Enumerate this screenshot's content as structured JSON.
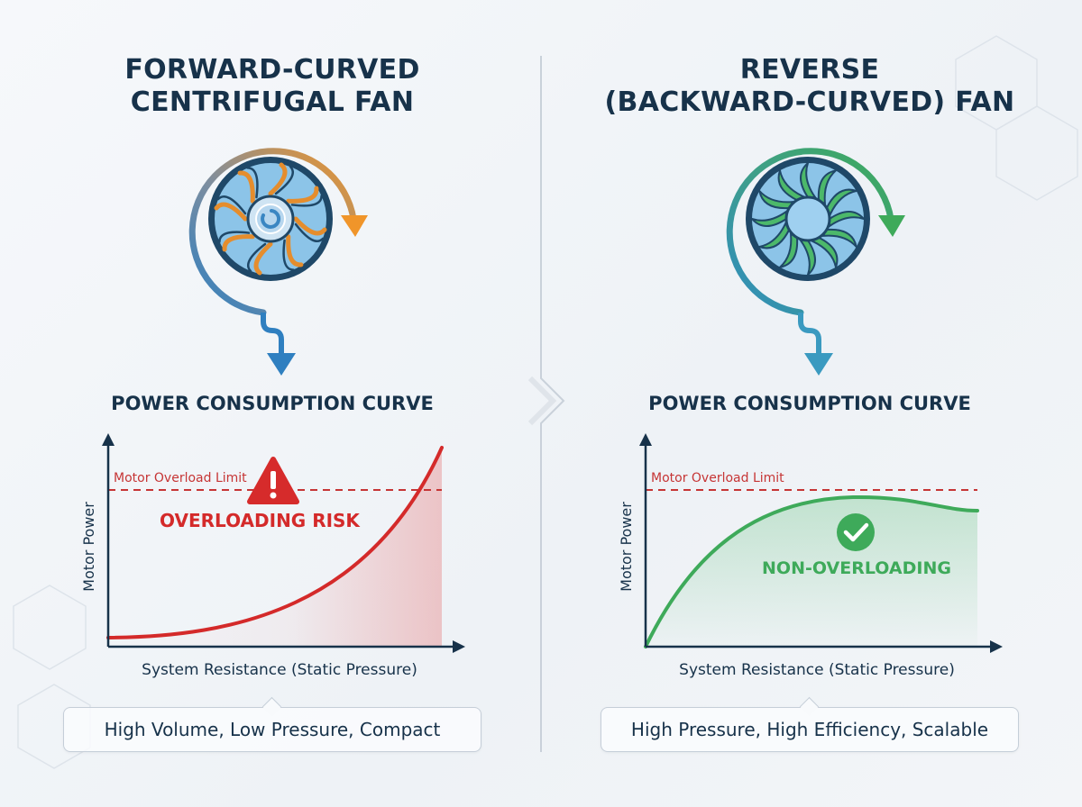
{
  "left_panel": {
    "title_line1": "FORWARD-CURVED",
    "title_line2": "CENTRIFUGAL FAN",
    "fan_icon": "forward-curved-impeller-icon",
    "rotation_arrow_color": "#f0952a",
    "chart_heading": "POWER CONSUMPTION CURVE",
    "limit_label": "Motor Overload Limit",
    "status_label": "OVERLOADING RISK",
    "status_icon": "warning-triangle-icon",
    "y_axis_label": "Motor Power",
    "x_axis_label": "System Resistance (Static Pressure)",
    "caption": "High Volume, Low Pressure, Compact",
    "accent_color": "#d42a2a"
  },
  "right_panel": {
    "title_line1": "REVERSE",
    "title_line2": "(BACKWARD-CURVED) FAN",
    "fan_icon": "backward-curved-impeller-icon",
    "rotation_arrow_color": "#3eaa5a",
    "chart_heading": "POWER CONSUMPTION CURVE",
    "limit_label": "Motor Overload Limit",
    "status_label": "NON-OVERLOADING",
    "status_icon": "check-circle-icon",
    "y_axis_label": "Motor Power",
    "x_axis_label": "System Resistance (Static Pressure)",
    "caption": "High Pressure, High Efficiency, Scalable",
    "accent_color": "#3eaa5a"
  },
  "colors": {
    "navy": "#17324a",
    "blue": "#2f7fc0",
    "limit_red": "#c63535",
    "impeller_blue": "#8cc4e8",
    "impeller_green": "#4cb86a"
  }
}
